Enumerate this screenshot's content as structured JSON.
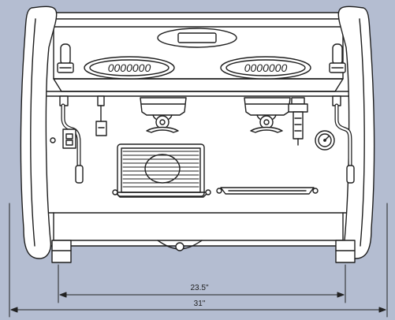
{
  "colors": {
    "background": "#b4bdd1",
    "machine_fill": "#ffffff",
    "line": "#1e1e1e",
    "dimension_line": "#222222"
  },
  "dimensions": {
    "foot_span_label": "23.5\"",
    "overall_width_label": "31\""
  },
  "displays": {
    "left_keypad": "0000000",
    "right_keypad": "0000000"
  }
}
